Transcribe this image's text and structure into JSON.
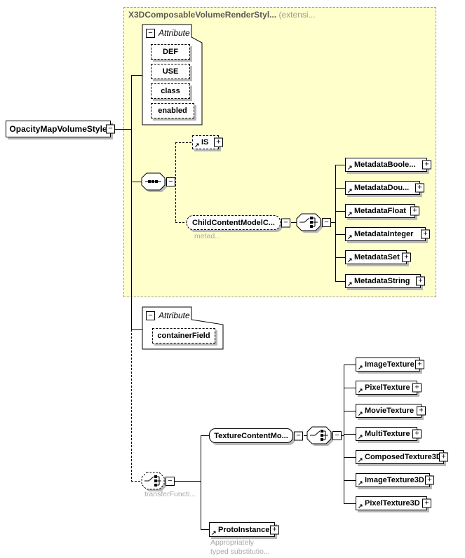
{
  "root": {
    "label": "OpacityMapVolumeStyle"
  },
  "extension": {
    "title": "X3DComposableVolumeRenderStyl...",
    "subtitle": "(extensi..."
  },
  "attribute_group_top": {
    "label": "Attribute",
    "items": [
      "DEF",
      "USE",
      "class",
      "enabled"
    ]
  },
  "is_element": {
    "label": "IS"
  },
  "child_content_model": {
    "label": "ChildContentModelC...",
    "annotation": "metad..."
  },
  "metadata_elements": [
    "MetadataBoole...",
    "MetadataDou...",
    "MetadataFloat",
    "MetadataInteger",
    "MetadataSet",
    "MetadataString"
  ],
  "attribute_group_bottom": {
    "label": "Attribute",
    "items": [
      "containerField"
    ]
  },
  "transfer_function_choice": {
    "annotation": "transferFuncti..."
  },
  "texture_content_model": {
    "label": "TextureContentMo..."
  },
  "texture_elements": [
    "ImageTexture",
    "PixelTexture",
    "MovieTexture",
    "MultiTexture",
    "ComposedTexture3D",
    "ImageTexture3D",
    "PixelTexture3D"
  ],
  "proto_instance": {
    "label": "ProtoInstance",
    "annotation_line1": "Appropriately",
    "annotation_line2": "typed substitutio..."
  },
  "icons": {
    "plus": "+",
    "minus": "−",
    "reference_arrow": "↗"
  },
  "colors": {
    "extension_background": "#ffffcc",
    "box_shadow": "#b8b8b8",
    "annotation_text": "#a8a8a8",
    "header_text": "#5a5a5a",
    "header_subtitle": "#9a9a9a"
  }
}
